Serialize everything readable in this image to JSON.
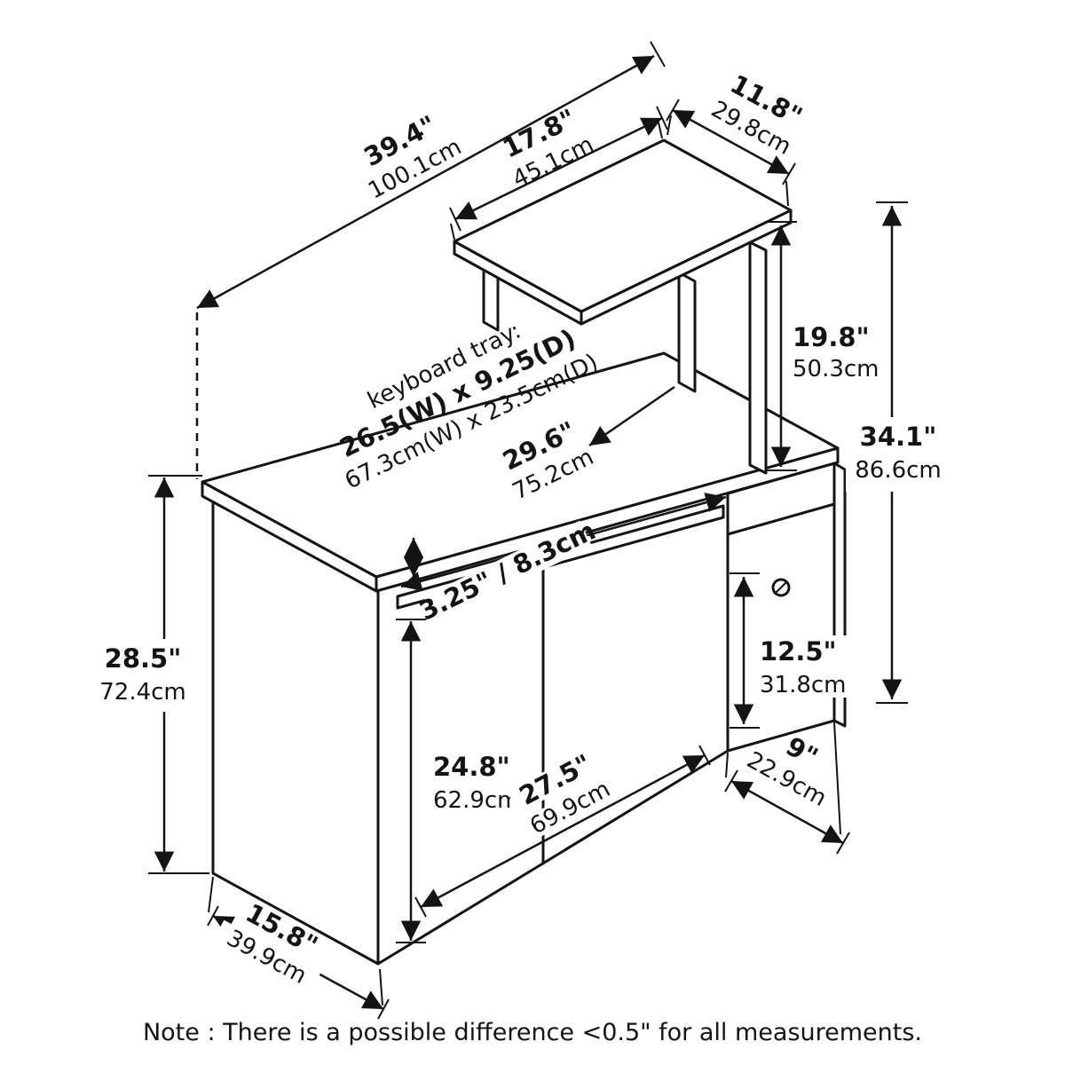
{
  "note": "Note : There is a possible difference <0.5\" for all measurements.",
  "keyboard_tray": {
    "title": "keyboard tray:",
    "size_in": "26.5(W) x 9.25(D)",
    "size_cm": "67.3cm(W) x 23.5cm(D)"
  },
  "dims": {
    "overall_width": {
      "in": "39.4\"",
      "cm": "100.1cm"
    },
    "shelf_width": {
      "in": "17.8\"",
      "cm": "45.1cm"
    },
    "shelf_depth": {
      "in": "11.8\"",
      "cm": "29.8cm"
    },
    "shelf_height": {
      "in": "19.8\"",
      "cm": "50.3cm"
    },
    "total_height": {
      "in": "34.1\"",
      "cm": "86.6cm"
    },
    "tray_width": {
      "in": "29.6\"",
      "cm": "75.2cm"
    },
    "tray_gap": {
      "label": "3.25\" / 8.3cm"
    },
    "desk_height": {
      "in": "28.5\"",
      "cm": "72.4cm"
    },
    "knee_clearance": {
      "in": "24.8\"",
      "cm": "62.9cm"
    },
    "cabinet_height": {
      "in": "12.5\"",
      "cm": "31.8cm"
    },
    "cabinet_depth": {
      "in": "9\"",
      "cm": "22.9cm"
    },
    "opening_width": {
      "in": "27.5\"",
      "cm": "69.9cm"
    },
    "desk_depth": {
      "in": "15.8\"",
      "cm": "39.9cm"
    }
  }
}
